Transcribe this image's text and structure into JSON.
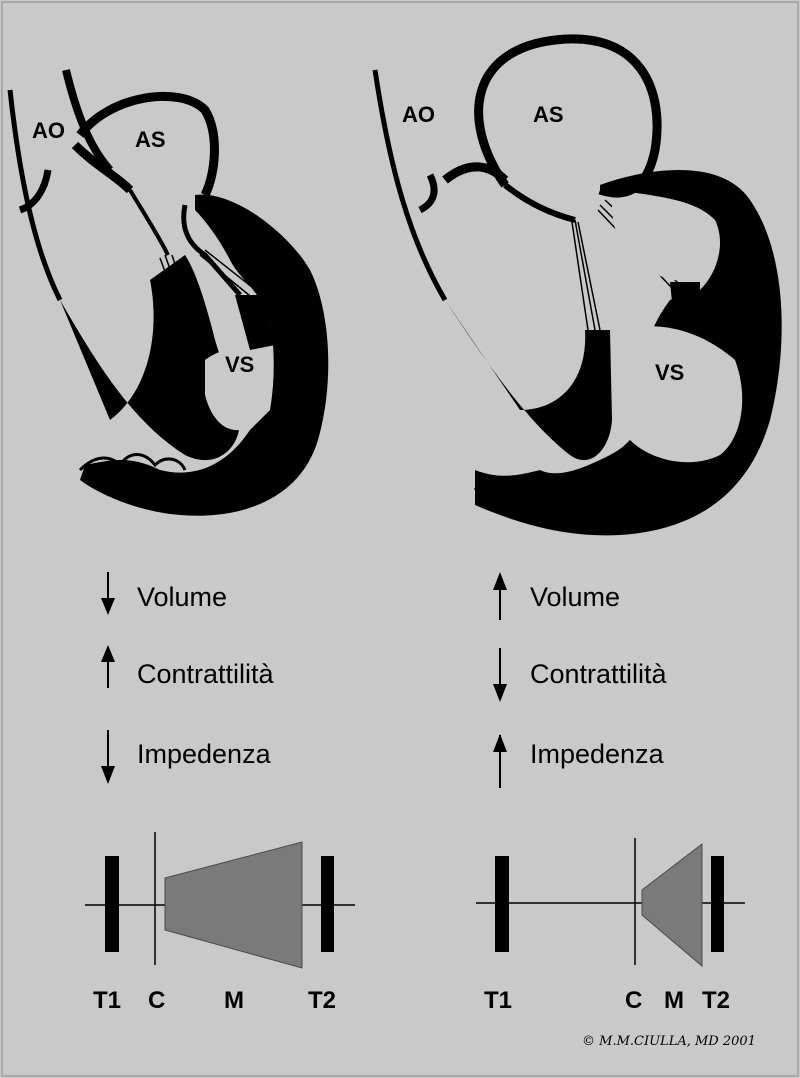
{
  "colors": {
    "background": "#c9c9c9",
    "ink": "#000000",
    "murmur": "#7a7a7a"
  },
  "left": {
    "labels": {
      "ao": "AO",
      "as": "AS",
      "vs": "VS"
    },
    "rows": [
      {
        "label": "Volume",
        "arrow": "down"
      },
      {
        "label": "Contrattilità",
        "arrow": "up"
      },
      {
        "label": "Impedenza",
        "arrow": "down"
      }
    ],
    "phono": {
      "t1": "T1",
      "c": "C",
      "m": "M",
      "t2": "T2"
    }
  },
  "right": {
    "labels": {
      "ao": "AO",
      "as": "AS",
      "vs": "VS"
    },
    "rows": [
      {
        "label": "Volume",
        "arrow": "up"
      },
      {
        "label": "Contrattilità",
        "arrow": "down"
      },
      {
        "label": "Impedenza",
        "arrow": "up"
      }
    ],
    "phono": {
      "t1": "T1",
      "c": "C",
      "m": "M",
      "t2": "T2"
    }
  },
  "credit": "© M.M.CIULLA, MD 2001"
}
